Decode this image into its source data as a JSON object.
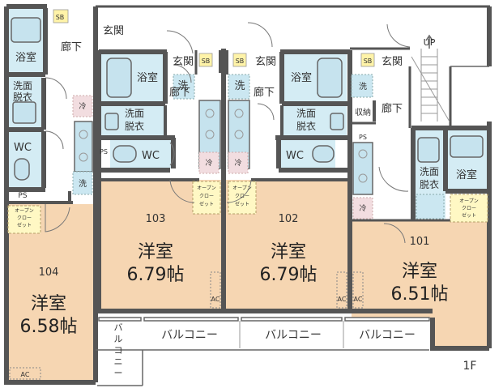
{
  "floor": "1F",
  "stairs_label": "UP",
  "units": {
    "u104": {
      "number": "104",
      "room": "洋室",
      "size": "6.58帖"
    },
    "u103": {
      "number": "103",
      "room": "洋室",
      "size": "6.79帖"
    },
    "u102": {
      "number": "102",
      "room": "洋室",
      "size": "6.79帖"
    },
    "u101": {
      "number": "101",
      "room": "洋室",
      "size": "6.51帖"
    }
  },
  "labels": {
    "bath": "浴室",
    "corridor": "廊下",
    "entrance": "玄関",
    "washroom_line1": "洗面",
    "washroom_line2": "脱衣",
    "wc": "WC",
    "ps": "PS",
    "sb": "SB",
    "laundry": "洗",
    "fridge": "冷",
    "storage": "収納",
    "balcony": "バルコニー",
    "balcony_vertical": [
      "バ",
      "ル",
      "コ",
      "ニ",
      "ー"
    ],
    "open_closet_lines": [
      "オープン",
      "クロー",
      "ゼット"
    ],
    "ac": "AC"
  },
  "colors": {
    "room": "#f6d6b2",
    "wet_area": "#d4ecf4",
    "wall": "#555555"
  }
}
